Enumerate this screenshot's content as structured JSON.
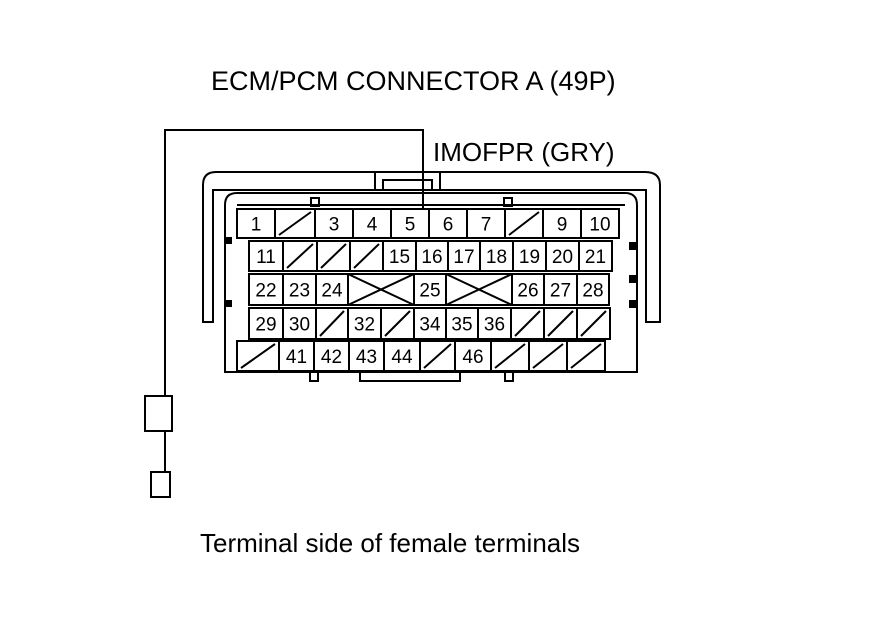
{
  "diagram": {
    "title": "ECM/PCM CONNECTOR A (49P)",
    "wire_label": "IMOFPR (GRY)",
    "caption": "Terminal side of female terminals"
  },
  "connector": {
    "rows": [
      [
        "1",
        "",
        "3",
        "4",
        "5",
        "6",
        "7",
        "",
        "9",
        "10"
      ],
      [
        "11",
        "",
        "",
        "",
        "15",
        "16",
        "17",
        "18",
        "19",
        "20",
        "21"
      ],
      [
        "22",
        "23",
        "24",
        "X",
        "25",
        "X",
        "26",
        "27",
        "28"
      ],
      [
        "29",
        "30",
        "",
        "32",
        "",
        "34",
        "35",
        "36",
        "",
        "",
        ""
      ],
      [
        "",
        "41",
        "42",
        "43",
        "44",
        "",
        "46",
        "",
        "",
        ""
      ]
    ],
    "probed_terminal": "5"
  }
}
